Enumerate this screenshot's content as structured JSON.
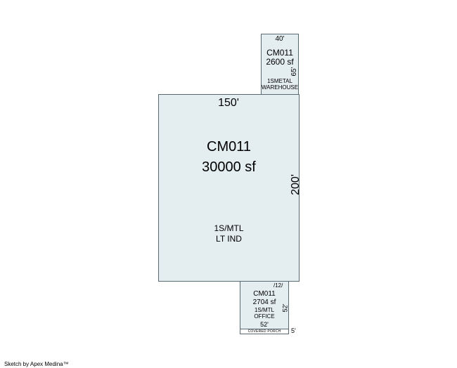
{
  "sketch": {
    "warehouse": {
      "width_label": "40'",
      "depth_label": "65'",
      "code": "CM011",
      "area": "2600 sf",
      "use_line1": "1SMETAL",
      "use_line2": "WAREHOUSE"
    },
    "main": {
      "width_label": "150'",
      "depth_label": "200'",
      "code": "CM011",
      "area": "30000 sf",
      "use_line1": "1S/MTL",
      "use_line2": "LT IND"
    },
    "office": {
      "width_label": "52'",
      "depth_label": "52'",
      "top_label": "/12/",
      "code": "CM011",
      "area": "2704 sf",
      "use_line1": "1S/MTL",
      "use_line2": "OFFICE"
    },
    "porch": {
      "label": "COVERED PORCH",
      "depth_label": "5'"
    }
  },
  "footer": {
    "credit": "Sketch by Apex Medina™"
  },
  "colors": {
    "fill": "#e4edf0",
    "stroke": "#5a6a72"
  }
}
